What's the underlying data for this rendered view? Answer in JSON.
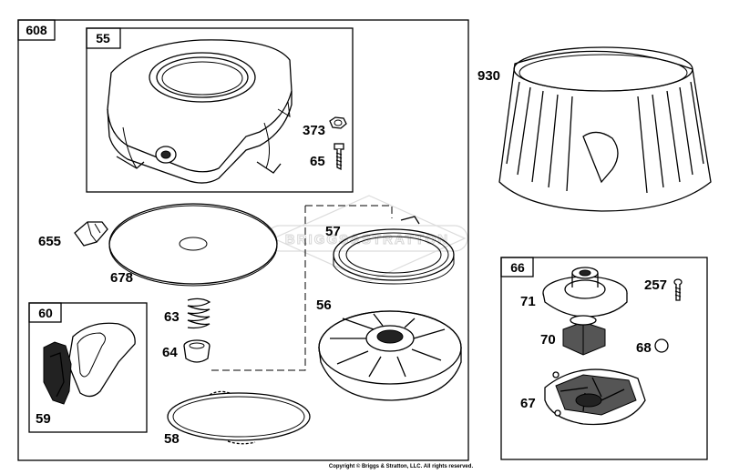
{
  "boxes": {
    "b608": "608",
    "b55": "55",
    "b60": "60",
    "b66": "66"
  },
  "labels": {
    "p930": "930",
    "p373": "373",
    "p65": "65",
    "p655": "655",
    "p678": "678",
    "p57": "57",
    "p56": "56",
    "p63": "63",
    "p64": "64",
    "p59": "59",
    "p58": "58",
    "p71": "71",
    "p257": "257",
    "p70": "70",
    "p68": "68",
    "p67": "67"
  },
  "watermark": "BRIGGS&STRATTON",
  "copyright": "Copyright © Briggs & Stratton, LLC. All rights reserved."
}
